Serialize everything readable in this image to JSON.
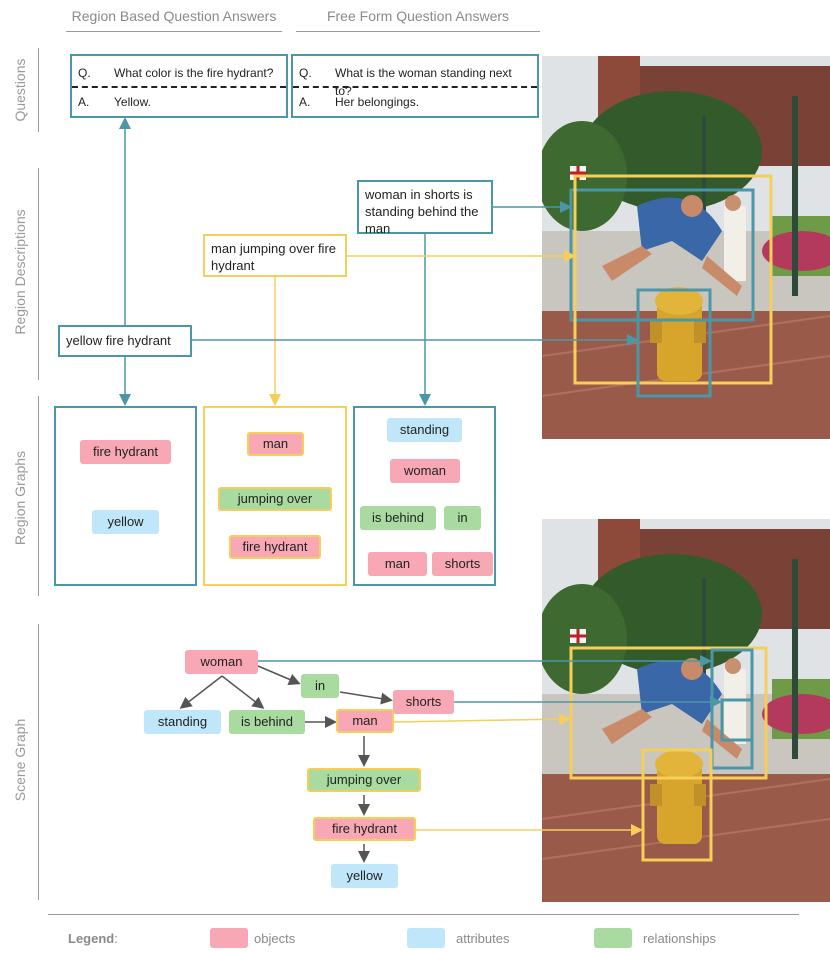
{
  "headers": {
    "region_qa": "Region Based Question Answers",
    "free_qa": "Free Form Question Answers"
  },
  "sections": {
    "questions": "Questions",
    "region_descriptions": "Region Descriptions",
    "region_graphs": "Region Graphs",
    "scene_graph": "Scene Graph"
  },
  "qa": {
    "region": {
      "q_key": "Q.",
      "question": "What color is the fire hydrant?",
      "a_key": "A.",
      "answer": "Yellow."
    },
    "free": {
      "q_key": "Q.",
      "question": "What is the woman standing next to?",
      "a_key": "A.",
      "answer": "Her belongings."
    }
  },
  "descriptions": {
    "woman": "woman in shorts is standing behind the man",
    "man": "man jumping over fire hydrant",
    "hydrant": "yellow fire hydrant"
  },
  "region_graphs": {
    "g1": {
      "object": "fire hydrant",
      "attribute": "yellow"
    },
    "g2": {
      "object": "man",
      "relation": "jumping over",
      "target": "fire hydrant"
    },
    "g3": {
      "attribute": "standing",
      "object": "woman",
      "rel1": "is behind",
      "rel2": "in",
      "target1": "man",
      "target2": "shorts"
    }
  },
  "scene_graph": {
    "woman": "woman",
    "in": "in",
    "shorts": "shorts",
    "standing": "standing",
    "is_behind": "is behind",
    "man": "man",
    "jumping_over": "jumping over",
    "fire_hydrant": "fire hydrant",
    "yellow": "yellow"
  },
  "legend": {
    "title": "Legend",
    "colon": ":",
    "objects": "objects",
    "attributes": "attributes",
    "relationships": "relationships"
  },
  "colors": {
    "object": "#f7a8b4",
    "attribute": "#bfe7f9",
    "relationship": "#a9dba1",
    "teal": "#4b97a8",
    "gold": "#f5cf5a"
  }
}
